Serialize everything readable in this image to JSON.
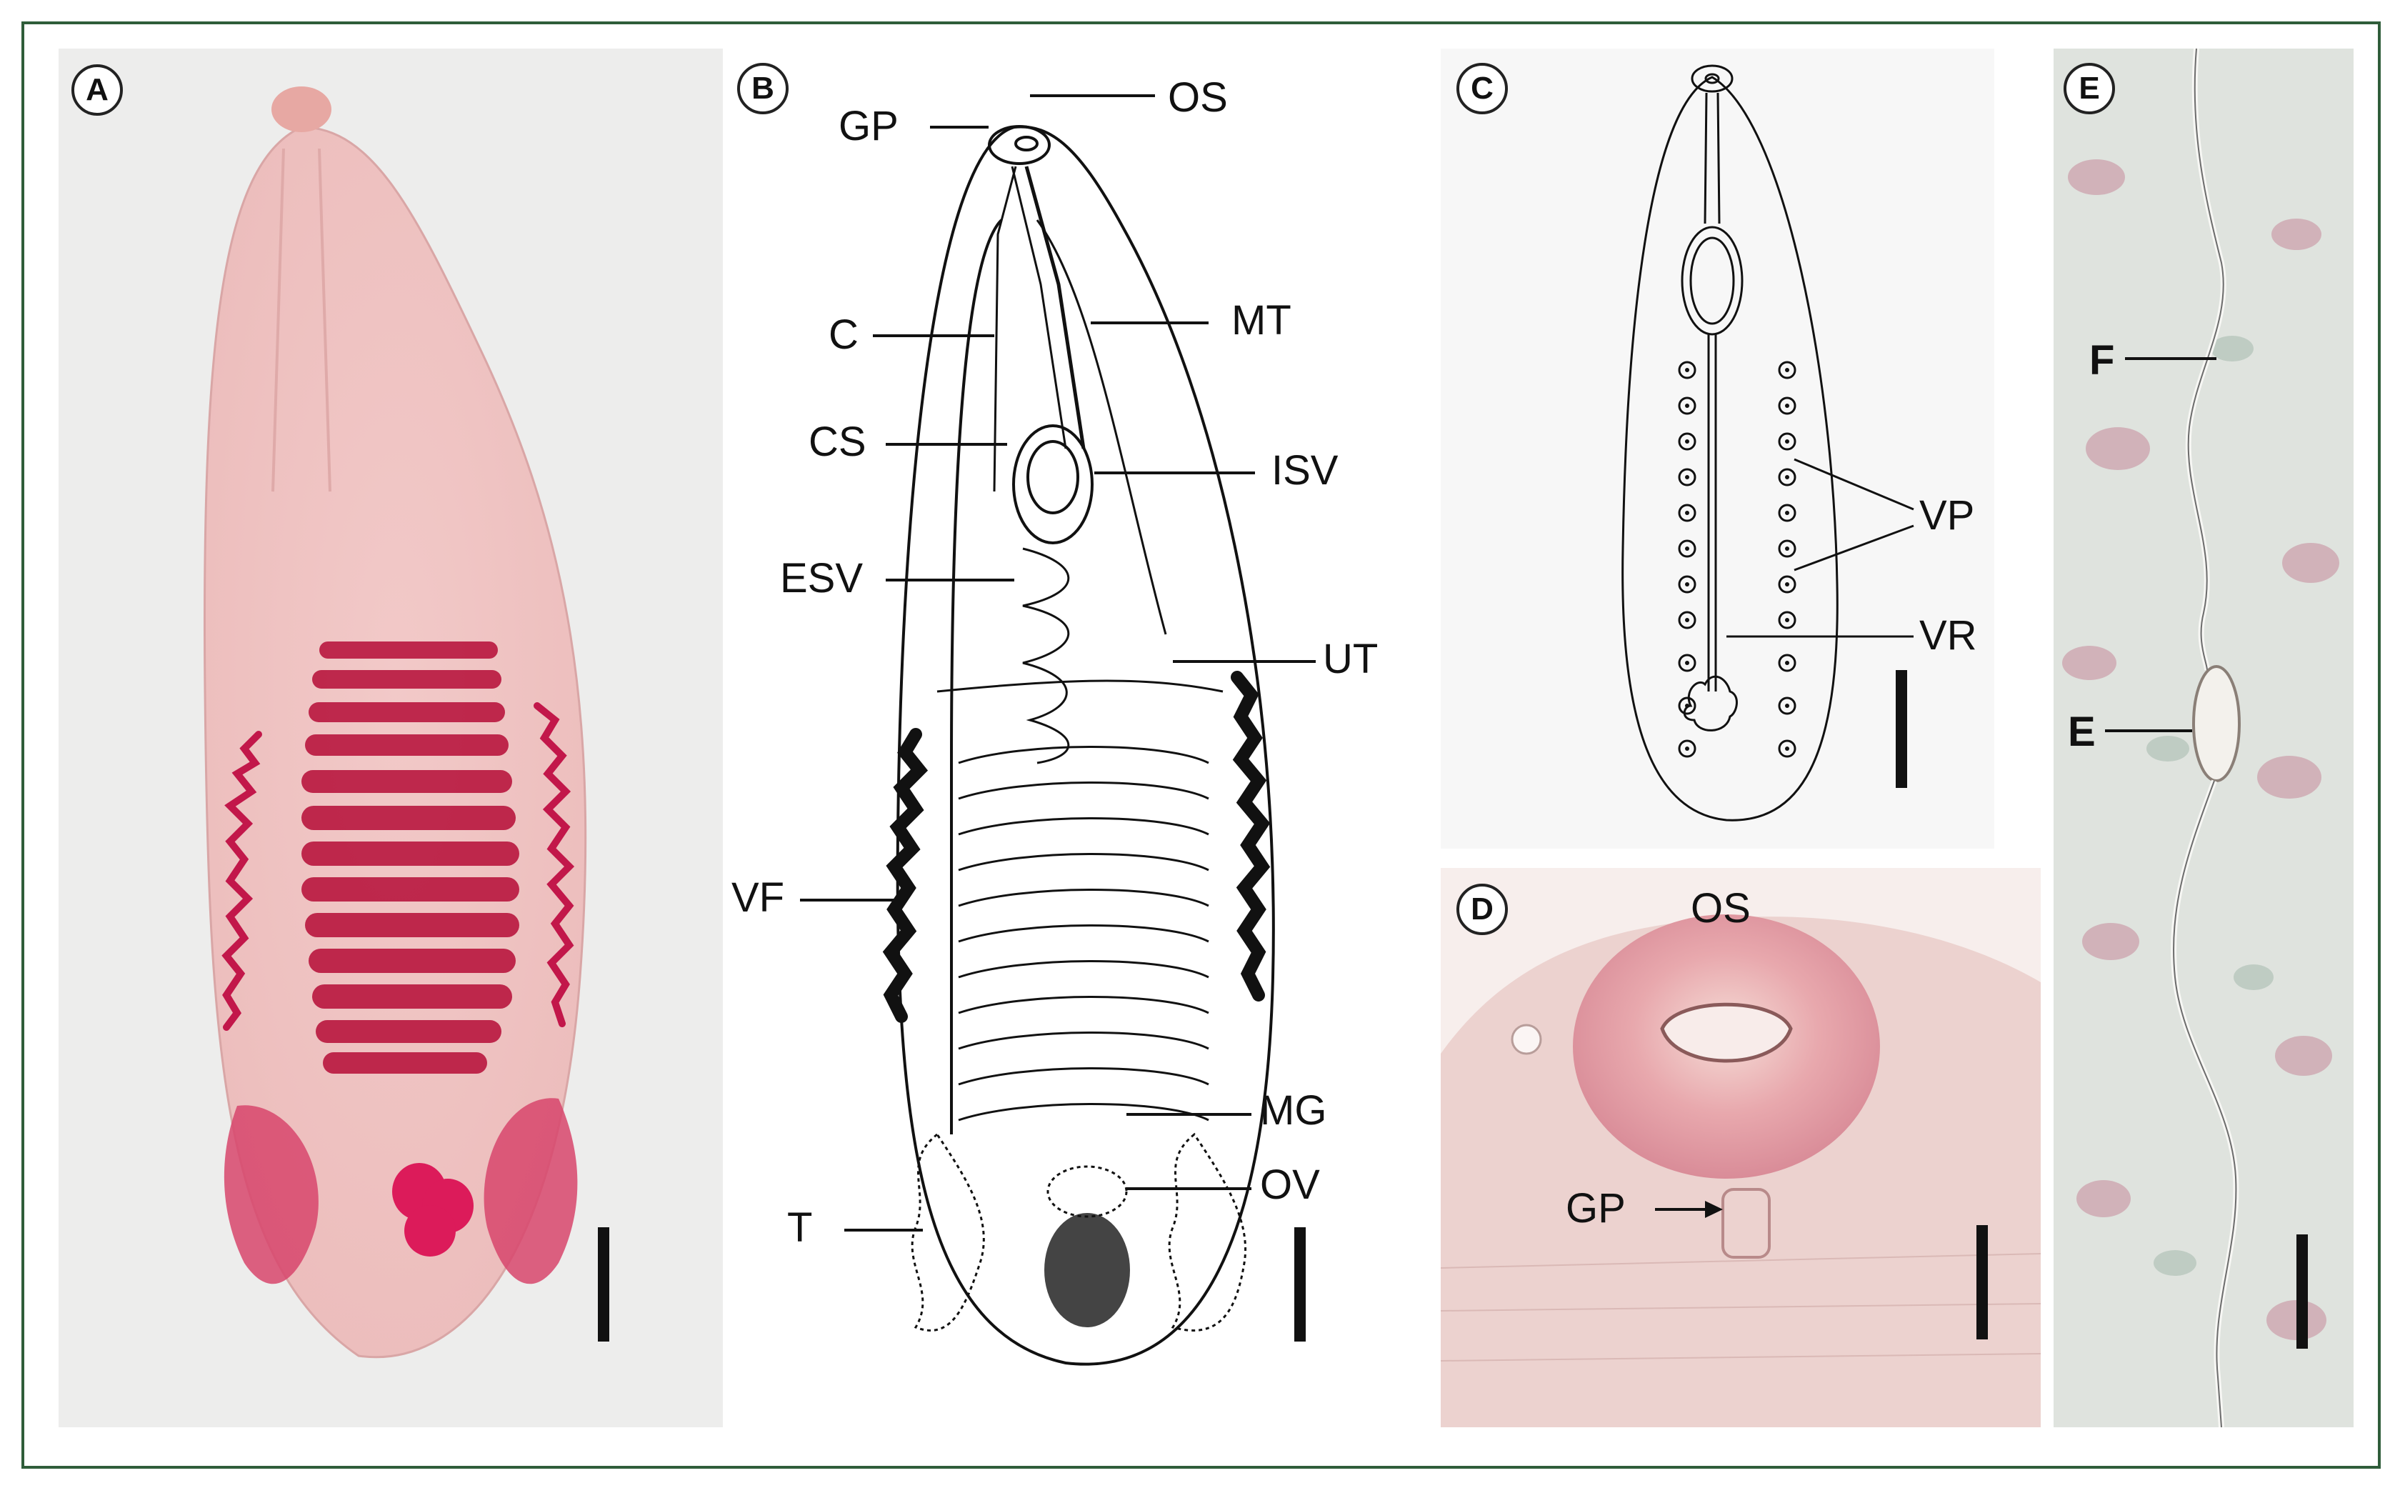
{
  "panels": {
    "A": {
      "letter": "A"
    },
    "B": {
      "letter": "B",
      "labels": {
        "gp": "GP",
        "os": "OS",
        "c": "C",
        "mt": "MT",
        "cs": "CS",
        "isv": "ISV",
        "esv": "ESV",
        "ut": "UT",
        "vf": "VF",
        "mg": "MG",
        "ov": "OV",
        "t": "T"
      }
    },
    "C": {
      "letter": "C",
      "labels": {
        "vp": "VP",
        "vr": "VR"
      }
    },
    "D": {
      "letter": "D",
      "labels": {
        "os": "OS",
        "gp": "GP"
      }
    },
    "E": {
      "letter": "E",
      "labels": {
        "f": "F",
        "e": "E"
      }
    }
  },
  "colors": {
    "frame": "#2f5d3a",
    "stain_pink": "#f0c8c6",
    "stain_deep": "#c2174a",
    "drawing_ink": "#111111"
  }
}
